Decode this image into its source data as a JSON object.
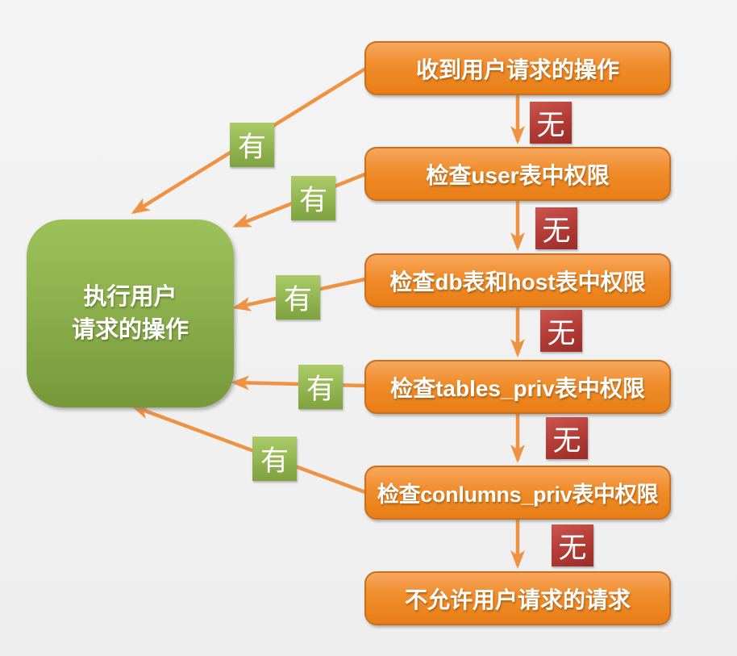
{
  "flow": {
    "terminal": {
      "label": "执行用户\n请求的操作"
    },
    "steps": [
      {
        "label": "收到用户请求的操作"
      },
      {
        "label": "检查user表中权限"
      },
      {
        "label": "检查db表和host表中权限"
      },
      {
        "label": "检查tables_priv表中权限"
      },
      {
        "label": "检查conlumns_priv表中权限"
      },
      {
        "label": "不允许用户请求的请求"
      }
    ],
    "yes_label": "有",
    "no_label": "无"
  },
  "colors": {
    "box_orange": "#ee861f",
    "box_green": "#84a845",
    "badge_red": "#b23b34",
    "badge_green": "#94b653",
    "arrow": "#ee9244",
    "background": "#f1f1f1"
  }
}
